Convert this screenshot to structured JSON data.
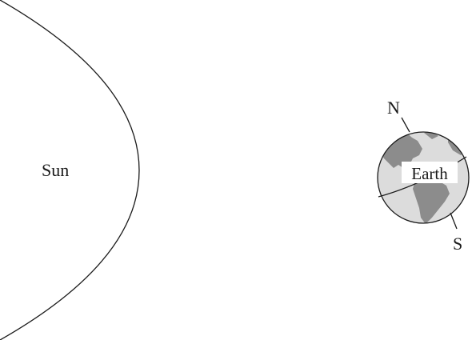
{
  "labels": {
    "sun": "Sun",
    "earth": "Earth",
    "north_pole": "N",
    "south_pole": "S"
  },
  "colors": {
    "line": "#1a1a1a",
    "ocean": "#dcdcdc",
    "land": "#8c8c8c"
  }
}
